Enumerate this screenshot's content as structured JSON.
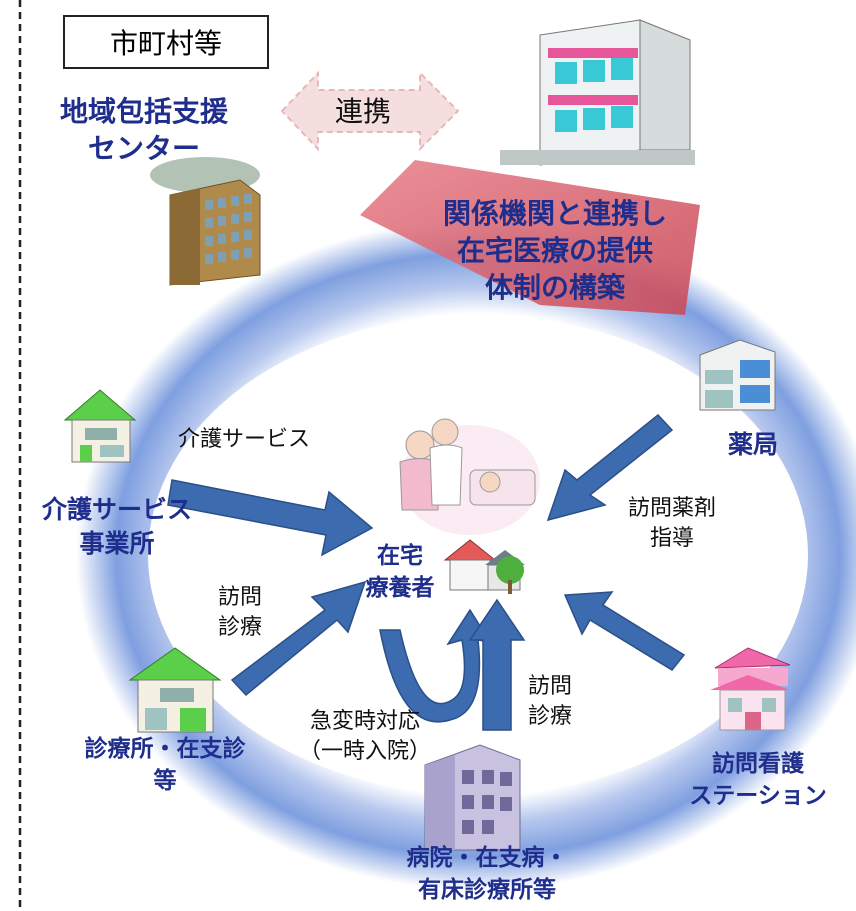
{
  "municipality": "市町村等",
  "center_org": "地域包括支援\nセンター",
  "cooperation": "連携",
  "building_text": "関係機関と連携し\n在宅医療の提供\n体制の構築",
  "patient": "在宅\n療養者",
  "nodes": {
    "care_service_office": "介護サービス\n事業所",
    "care_service_arrow": "介護サービス",
    "pharmacy": "薬局",
    "pharmacy_arrow": "訪問薬剤\n指導",
    "clinic": "診療所・在支診\n等",
    "clinic_arrow": "訪問\n診療",
    "hospital": "病院・在支病・\n有床診療所等",
    "hospital_arrow_left": "急変時対応\n（一時入院）",
    "hospital_arrow_right": "訪問\n診療",
    "nursing_station": "訪問看護\nステーション"
  },
  "colors": {
    "ring_blue": "#6f8fd6",
    "arrow_blue": "#3c6bb0",
    "label_navy": "#1f2e8c",
    "pink_arrow": "#d9606e"
  }
}
